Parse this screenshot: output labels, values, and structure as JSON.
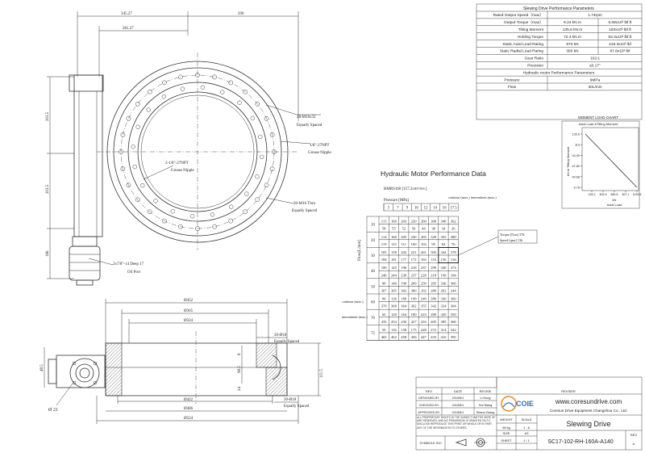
{
  "perf_table": {
    "title": "Slewing Drive Performance Parameters",
    "rows": [
      {
        "label": "Rated Output Speed（max）",
        "v1": "1.74rpm",
        "v2": ""
      },
      {
        "label": "Output Torque（max）",
        "v1": "8.24 kN.m",
        "v2": "6.08x10³ lbf.ft"
      },
      {
        "label": "Tilting Moment",
        "v1": "135.6 kN.m",
        "v2": "100x10³ lbf.ft"
      },
      {
        "label": "Holding Torque",
        "v1": "72.3 kN.m",
        "v2": "53.3x10³ lbf.ft"
      },
      {
        "label": "Static Axial Load Rating",
        "v1": "970 kN",
        "v2": "218.3x10³ lbf"
      },
      {
        "label": "Static Radial Load Rating",
        "v1": "390 kN",
        "v2": "87.8x10³ lbf"
      },
      {
        "label": "Gear Ratio",
        "v1": "102:1",
        "v2": ""
      },
      {
        "label": "Precision",
        "v1": "≤0.17°",
        "v2": ""
      }
    ],
    "motor_title": "Hydraulic motor Performance Parameters",
    "motor_rows": [
      {
        "label": "Pressure",
        "v1": "9MPa"
      },
      {
        "label": "Flow",
        "v1": "30L/min"
      }
    ]
  },
  "load_chart": {
    "title": "MOMENT LOAD CHART",
    "subtitle": "Axial Load &Tilting Moment",
    "ylabel": "kN.m Tilting Moment",
    "xlabel": "kN",
    "xlabel2": "Axial Load",
    "yticks": [
      "135.6",
      "113",
      "94.90",
      "67.80",
      "40.68",
      "6.78"
    ],
    "xticks": [
      "226.2",
      "452.5",
      "680.5",
      "907.1",
      "1133.9"
    ]
  },
  "hyd_table": {
    "title": "Hydraulic Motor Performance Data",
    "model": "BMRS160 [157.2cm³/rev.]",
    "continue_label": "continue (max.)",
    "intermittent_label": "intermittent (max.)",
    "pressure_label": "Pressure [MPa]",
    "pressures": [
      "5",
      "7",
      "9",
      "10",
      "12",
      "14",
      "16",
      "17.5"
    ],
    "flow_label": "Flow[L/min]",
    "flows": [
      "10",
      "20",
      "30",
      "40",
      "50",
      "60",
      "70",
      "75"
    ],
    "rows": [
      {
        "torque": [
          "115",
          "160",
          "203",
          "220",
          "260",
          "300",
          "340",
          "362"
        ],
        "speed": [
          "58",
          "55",
          "52",
          "50",
          "44",
          "38",
          "34",
          "26"
        ]
      },
      {
        "torque": [
          "114",
          "160",
          "205",
          "230",
          "265",
          "320",
          "355",
          "380"
        ],
        "speed": [
          "119",
          "115",
          "111",
          "100",
          "103",
          "95",
          "84",
          "76"
        ]
      },
      {
        "torque": [
          "105",
          "158",
          "202",
          "221",
          "261",
          "305",
          "344",
          "378"
        ],
        "speed": [
          "184",
          "181",
          "177",
          "172",
          "165",
          "153",
          "156",
          "136"
        ]
      },
      {
        "torque": [
          "100",
          "145",
          "196",
          "218",
          "257",
          "299",
          "340",
          "374"
        ],
        "speed": [
          "246",
          "244",
          "239",
          "237",
          "228",
          "218",
          "199",
          "184"
        ]
      },
      {
        "torque": [
          "90",
          "140",
          "190",
          "209",
          "250",
          "295",
          "336",
          "366"
        ],
        "speed": [
          "307",
          "305",
          "302",
          "300",
          "292",
          "280",
          "262",
          "244"
        ]
      },
      {
        "torque": [
          "84",
          "136",
          "180",
          "199",
          "240",
          "286",
          "330",
          "360"
        ],
        "speed": [
          "370",
          "368",
          "364",
          "362",
          "355",
          "342",
          "334",
          "304"
        ]
      },
      {
        "torque": [
          "65",
          "120",
          "164",
          "180",
          "223",
          "280",
          "320",
          "350"
        ],
        "speed": [
          "435",
          "434",
          "430",
          "427",
          "416",
          "405",
          "385",
          "366"
        ]
      },
      {
        "torque": [
          "59",
          "116",
          "158",
          "175",
          "228",
          "272",
          "314",
          "342"
        ],
        "speed": [
          "465",
          "462",
          "458",
          "456",
          "447",
          "433",
          "416",
          "395"
        ]
      }
    ],
    "continue_side": "continue (max.)",
    "intermittent_side": "intermittent (max.)",
    "legend_l1": "Torque [N.m] 378",
    "legend_l2": "Speed [rpm] 136"
  },
  "front_view": {
    "dims": [
      "345.27",
      "290",
      "281.27",
      "203.5",
      "203.5",
      "166"
    ],
    "holes1": "28-M16x32",
    "holes1b": "Equally Spaced",
    "npt1": "1/8\"-27NPT",
    "npt1b": "Grease Nipple",
    "npt2": "2-1/8\"-27NPT",
    "npt2b": "Grease Nipple",
    "holes2": "20-M16 Thru",
    "holes2b": "Equally Spaced",
    "port": "2x7/8\"-14 Deep 17",
    "portb": "Oil Port"
  },
  "section_view": {
    "dims_top": [
      "Ø452",
      "Ø365",
      "Ø324"
    ],
    "dims_bot": [
      "Ø422",
      "Ø486",
      "Ø524"
    ],
    "side_dims": [
      "48.5",
      "111.5",
      "98.5",
      "8",
      "24"
    ],
    "holes_top": "20-Ø18",
    "holes_topb": "Equally Spaced",
    "holes_bot": "20-Ø18",
    "holes_botb": "Equally Spaced",
    "dia_small": "Ø 21"
  },
  "title_block": {
    "rev": "REV",
    "date": "DATE",
    "revise": "REVISE",
    "reviser": "REVISER",
    "rows": [
      {
        "role": "DESIGNED BY",
        "date": "2019/8/1",
        "name": "Li Hong"
      },
      {
        "role": "CHECKED BY",
        "date": "2019/8/1",
        "name": "Hui Wang"
      },
      {
        "role": "APPROVED BY",
        "date": "2019/8/1",
        "name": "Shana Zhang"
      }
    ],
    "notice": "ALL PROPRIETARY RIGHTS IN THE SUBJECT MATTER HERE OF ARE RESERVED, AND NO PERMISSION IS GRANTED ON TO DISCLOSE REPRODUCE THIS PRINT OR WHOLE OR IN PART, ANY OF THE INFORMATION TO OTHERS.",
    "symbol": "SYMBOLE ISO",
    "logo": "COIE",
    "website": "www.coresundrive.com",
    "company": "Coresun Drive Equipment Changzhou Co., Ltd.",
    "weight_l": "WEIGHT",
    "scale_l": "SCALE",
    "weight": "98 kg",
    "scale": "1 : 6",
    "size_l": "SIZE",
    "size": "A3",
    "sheet_l": "SHEET",
    "sheet": "1 / 1",
    "drawing_title": "Slewing Drive",
    "drawing_no": "SC17-102-RH-160A-A140",
    "rev_l": "REV",
    "rev_v": "A"
  }
}
